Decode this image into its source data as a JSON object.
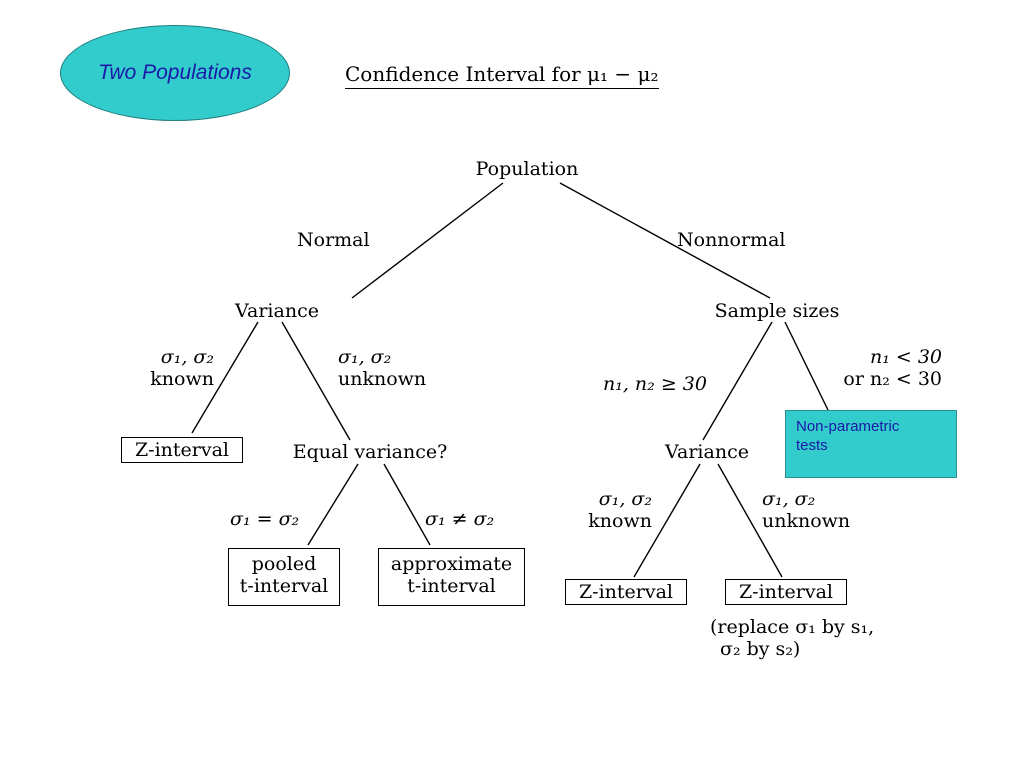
{
  "badge": {
    "label": "Two Populations",
    "color": "#33CCCC",
    "text_color": "#1a1aa6"
  },
  "title": {
    "text": "Confidence Interval for μ₁ − μ₂"
  },
  "tree": {
    "root": "Population",
    "edge_normal": "Normal",
    "edge_nonnormal": "Nonnormal",
    "variance_left": "Variance",
    "sigma_known_left": {
      "line1": "σ₁, σ₂",
      "line2": "known"
    },
    "sigma_unknown_left": {
      "line1": "σ₁, σ₂",
      "line2": "unknown"
    },
    "z_interval_left": "Z-interval",
    "equal_variance": "Equal variance?",
    "sigma_equal": "σ₁ = σ₂",
    "sigma_not_equal": "σ₁ ≠ σ₂",
    "pooled": {
      "line1": "pooled",
      "line2": "t-interval"
    },
    "approximate": {
      "line1": "approximate",
      "line2": "t-interval"
    },
    "sample_sizes": "Sample sizes",
    "large_samples": "n₁, n₂ ≥ 30",
    "small_samples": {
      "line1": "n₁ < 30",
      "line2": "or n₂ < 30"
    },
    "nonparametric": {
      "line1": "Non-parametric",
      "line2": "tests"
    },
    "variance_right": "Variance",
    "sigma_known_right": {
      "line1": "σ₁, σ₂",
      "line2": "known"
    },
    "sigma_unknown_right": {
      "line1": "σ₁, σ₂",
      "line2": "unknown"
    },
    "z_interval_right_known": "Z-interval",
    "z_interval_right_unknown": "Z-interval",
    "replace_note": {
      "line1": "(replace σ₁ by s₁,",
      "line2": "σ₂ by s₂)"
    }
  }
}
